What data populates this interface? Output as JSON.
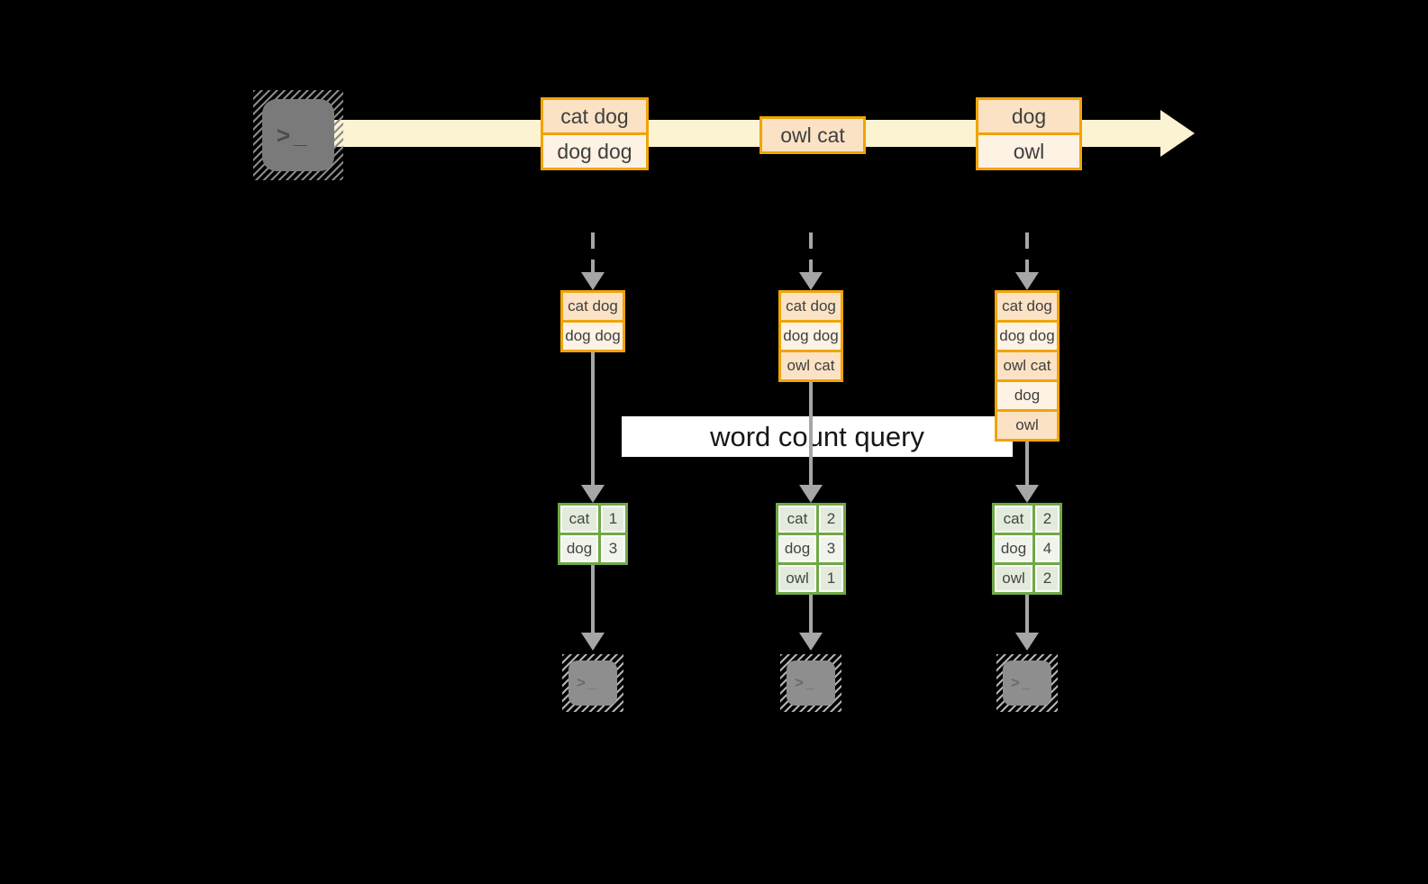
{
  "query_label": "word count query",
  "stream": {
    "source_icon": "terminal-icon",
    "batches": [
      {
        "cells": [
          "cat dog",
          "dog dog"
        ]
      },
      {
        "cells": [
          "owl cat"
        ]
      },
      {
        "cells": [
          "dog",
          "owl"
        ]
      }
    ]
  },
  "columns": [
    {
      "input_buffer": [
        "cat dog",
        "dog dog"
      ],
      "result_table": {
        "rows": [
          [
            "cat",
            "1"
          ],
          [
            "dog",
            "3"
          ]
        ]
      },
      "sink_icon": "terminal-icon"
    },
    {
      "input_buffer": [
        "cat dog",
        "dog dog",
        "owl cat"
      ],
      "result_table": {
        "rows": [
          [
            "cat",
            "2"
          ],
          [
            "dog",
            "3"
          ],
          [
            "owl",
            "1"
          ]
        ]
      },
      "sink_icon": "terminal-icon"
    },
    {
      "input_buffer": [
        "cat dog",
        "dog dog",
        "owl cat",
        "dog",
        "owl"
      ],
      "result_table": {
        "rows": [
          [
            "cat",
            "2"
          ],
          [
            "dog",
            "4"
          ],
          [
            "owl",
            "2"
          ]
        ]
      },
      "sink_icon": "terminal-icon"
    }
  ],
  "icons": {
    "terminal_glyph": ">_"
  },
  "colors": {
    "background": "#000000",
    "stream_band": "#FCF3D2",
    "orange_border": "#F0A408",
    "cell_peach": "#FBE2C4",
    "cell_cream": "#FDF2E3",
    "green_border": "#6FA845",
    "green_cell_dark": "#E3EBDC",
    "green_cell_light": "#F0F4EC",
    "connector_grey": "#A6A6A6",
    "terminal_grey": "#7A7A7A"
  }
}
